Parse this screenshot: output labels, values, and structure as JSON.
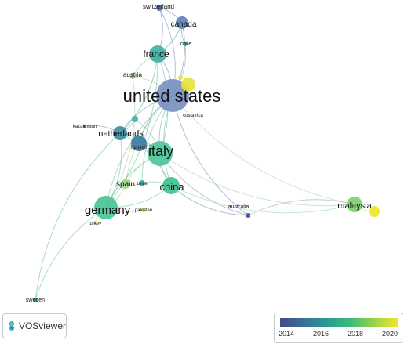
{
  "nodes": [
    {
      "id": "united-states",
      "label": "united states",
      "color": "#7a90c2"
    },
    {
      "id": "italy",
      "label": "italy",
      "color": "#4ec79a"
    },
    {
      "id": "germany",
      "label": "germany",
      "color": "#48c596"
    },
    {
      "id": "china",
      "label": "china",
      "color": "#45c08e"
    },
    {
      "id": "malaysia",
      "label": "malaysia",
      "color": "#7fcf6e"
    },
    {
      "id": "netherlands",
      "label": "netherlands",
      "color": "#3f8ea1"
    },
    {
      "id": "france",
      "label": "france",
      "color": "#3fb1a6"
    },
    {
      "id": "canada",
      "label": "canada",
      "color": "#5d82b8"
    },
    {
      "id": "spain",
      "label": "spain",
      "color": "#9fd37c"
    },
    {
      "id": "switzerland",
      "label": "switzerland",
      "color": "#4f6fa8"
    },
    {
      "id": "chile",
      "label": "chile",
      "color": "#3aa99c"
    },
    {
      "id": "austria",
      "label": "austria",
      "color": "#8fcf6a"
    },
    {
      "id": "costa-rica",
      "label": "costa rica",
      "color": "#e8e23a"
    },
    {
      "id": "kazakhstan",
      "label": "kazakhstan",
      "color": "#4c6aa2"
    },
    {
      "id": "burundi",
      "label": "burundi",
      "color": "#3c79a2"
    },
    {
      "id": "israel",
      "label": "israel",
      "color": "#3aa99c"
    },
    {
      "id": "pakistan",
      "label": "pakistan",
      "color": "#cfe05a"
    },
    {
      "id": "australia",
      "label": "australia",
      "color": "#4a4fa0"
    },
    {
      "id": "turkey",
      "label": "turkey",
      "color": "#e3df47"
    },
    {
      "id": "sweden",
      "label": "sweden",
      "color": "#2fa59a"
    },
    {
      "id": "malaysia-partner",
      "label": "",
      "color": "#ece62a"
    },
    {
      "id": "us-small-1",
      "label": "",
      "color": "#3fb5a2"
    },
    {
      "id": "us-small-2",
      "label": "",
      "color": "#e6e23a"
    }
  ],
  "logo": {
    "text": "VOSviewer"
  },
  "legend": {
    "ticks": [
      "2014",
      "2016",
      "2018",
      "2020"
    ],
    "gradient_colors": [
      "#3f4a8a",
      "#3a6f9a",
      "#2a9a93",
      "#3dbd78",
      "#9ad34a",
      "#f1e62a"
    ]
  }
}
